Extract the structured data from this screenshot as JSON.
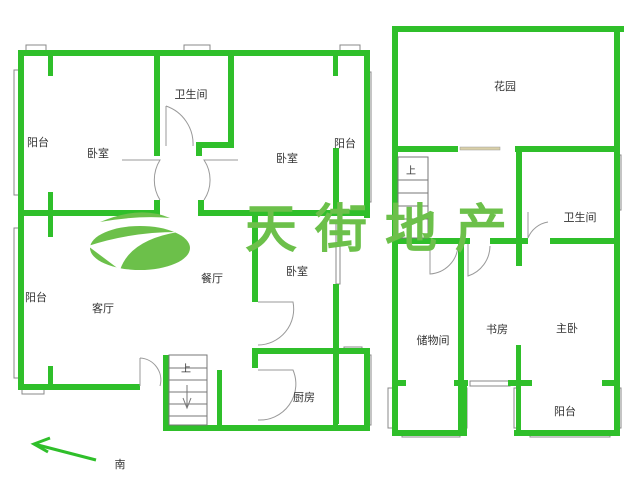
{
  "floor1": {
    "rooms": {
      "balcony_nw": "阳台",
      "bedroom_nw": "卧室",
      "bathroom": "卫生间",
      "bedroom_ne": "卧室",
      "balcony_ne": "阳台",
      "balcony_w": "阳台",
      "living_room": "客厅",
      "dining_room": "餐厅",
      "bedroom_e": "卧室",
      "kitchen": "厨房"
    },
    "stairs_up": "上",
    "compass_south": "南"
  },
  "floor2": {
    "rooms": {
      "garden": "花园",
      "bathroom": "卫生间",
      "storage": "储物间",
      "study": "书房",
      "master_bedroom": "主卧",
      "balcony": "阳台"
    },
    "stairs_up": "上"
  },
  "watermark": {
    "text": "天街地产"
  },
  "colors": {
    "wall": "#2fbf2a",
    "watermark": "#6cc04a"
  }
}
